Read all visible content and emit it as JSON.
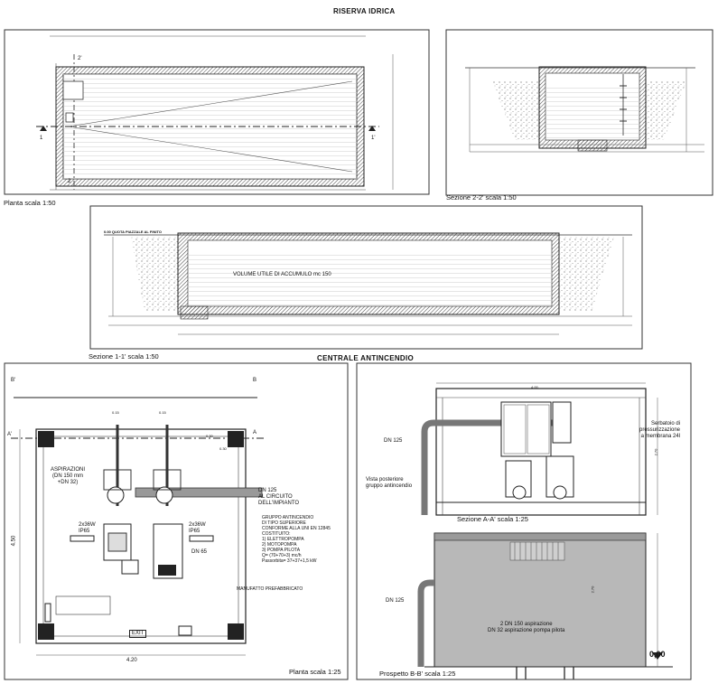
{
  "titles": {
    "top": "RISERVA IDRICA",
    "middle": "CENTRALE ANTINCENDIO"
  },
  "captions": {
    "pianta_riserva": "Planta scala 1:50",
    "sezione_22": "Sezione 2-2' scala 1:50",
    "sezione_11": "Sezione 1-1' scala 1:50",
    "pianta_centrale": "Planta scala 1:25",
    "sezione_aa": "Sezione A-A' scala 1:25",
    "prospetto_bb": "Prospetto B-B' scala 1:25"
  },
  "markers": {
    "one": "1",
    "one_prime": "1'",
    "two": "2",
    "two_prime": "2'",
    "a": "A",
    "a_prime": "A'",
    "b": "B",
    "b_prime": "B'"
  },
  "sezione11": {
    "ground": "0.00 QUOTA PIAZZALE AL FINITO",
    "volume": "VOLUME UTILE DI ACCUMULO mc 150"
  },
  "centrale": {
    "dim_015a": "0.15",
    "dim_015b": "0.15",
    "dim_030a": "0.30",
    "dim_030b": "0.30",
    "aspirazioni": "ASPIRAZIONI\n(DN 150 mm\n+DN 32)",
    "dn125_circuit": "DN 125\nAL CIRCUITO\nDELL'IMPIANTO",
    "gruppo": "GRUPPO ANTINCENDIO\nDI TIPO SUPERIORE\nCONFORME ALLA UNI EN 12845\nCOSTITUITO:\n1) ELETTROPOMPA\n2) MOTOPOMPA\n3) POMPA PILOTA\nQ= (70+70+3) mc/h\nPassorbita= 37+37+1,5 kW",
    "lamp_left": "2x36W\nIP65",
    "lamp_right": "2x36W\nIP65",
    "dn65": "DN 65",
    "manufatto": "MANUFATTO PREFABBRICATO",
    "width": "4.20",
    "height": "4.50",
    "exit": "EXIT"
  },
  "sezione_aa": {
    "width": "4.00",
    "height": "2.70",
    "dn125": "DN 125",
    "vista": "Vista posteriore\ngruppo antincendio",
    "serbatoio": "Serbatoio di\npressurizzazione\na membrana 24l"
  },
  "prospetto": {
    "dn125": "DN 125",
    "aspirazione": "2 DN 150 aspirazione\nDN 32 aspirazione pompa pilota",
    "height": "2.70",
    "level": "0,00"
  }
}
